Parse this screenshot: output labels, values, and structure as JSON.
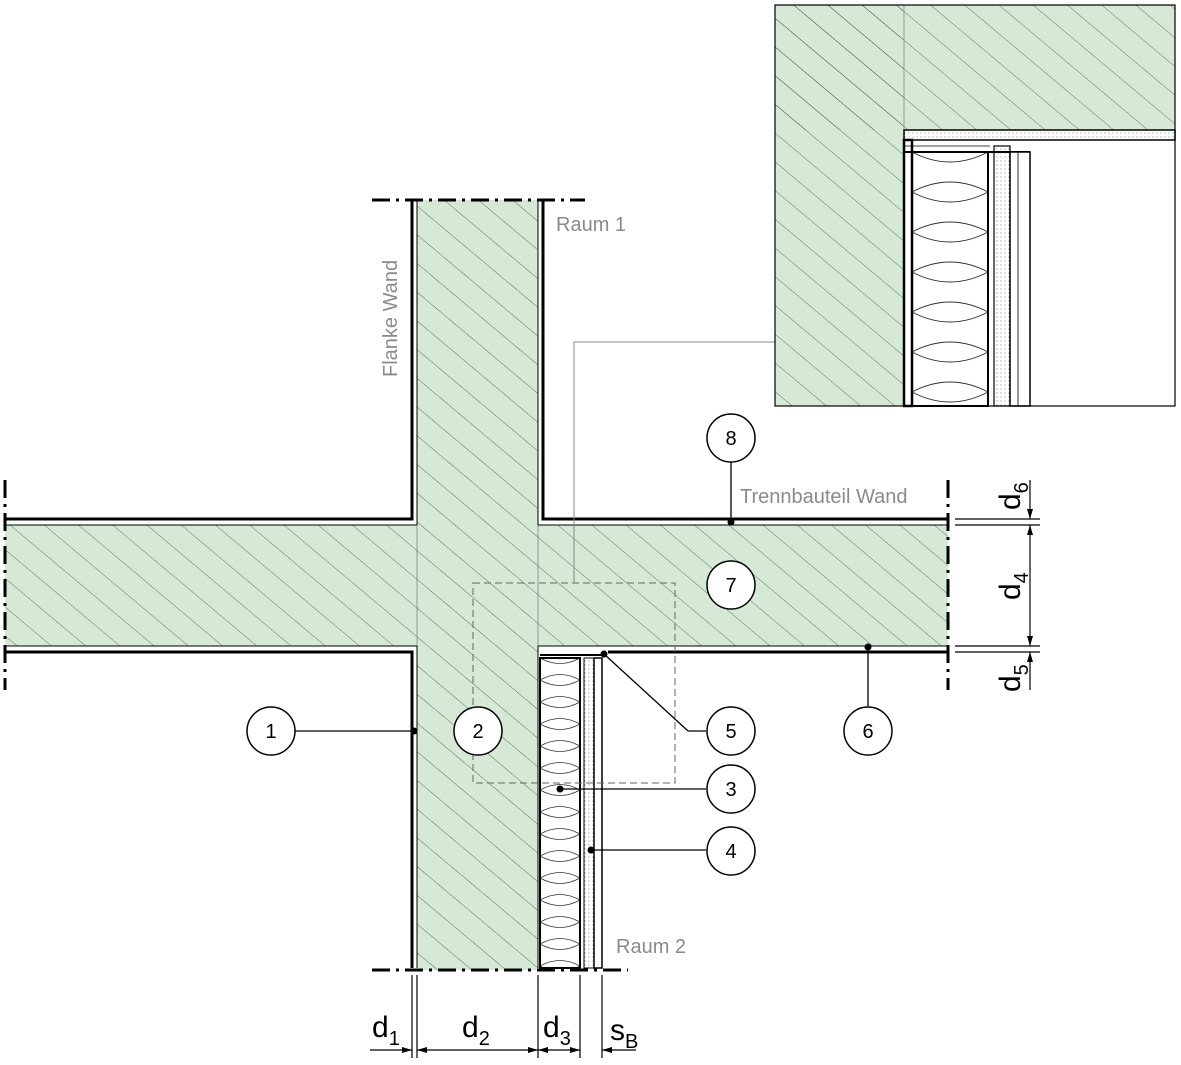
{
  "labels": {
    "raum1": "Raum 1",
    "raum2": "Raum 2",
    "flanke_wand": "Flanke Wand",
    "trennbauteil_wand": "Trennbauteil Wand"
  },
  "callouts": [
    "1",
    "2",
    "3",
    "4",
    "5",
    "6",
    "7",
    "8"
  ],
  "dimensions": {
    "d1": {
      "base": "d",
      "sub": "1"
    },
    "d2": {
      "base": "d",
      "sub": "2"
    },
    "d3": {
      "base": "d",
      "sub": "3"
    },
    "sB": {
      "base": "s",
      "sub": "B"
    },
    "d4": {
      "base": "d",
      "sub": "4"
    },
    "d5": {
      "base": "d",
      "sub": "5"
    },
    "d6": {
      "base": "d",
      "sub": "6"
    }
  },
  "colors": {
    "wall_fill": "#d6e8d6",
    "line": "#000000",
    "label_grey": "#8a8a8a"
  }
}
